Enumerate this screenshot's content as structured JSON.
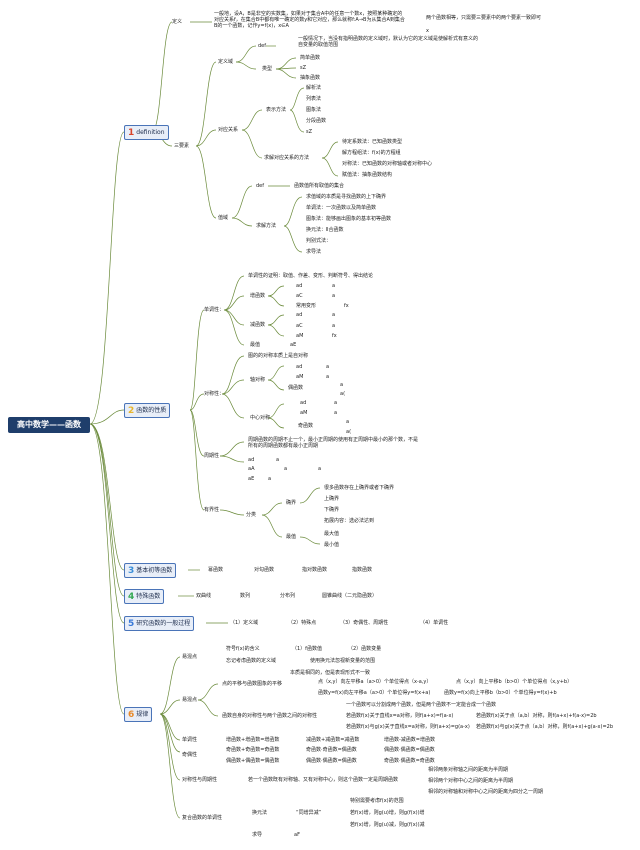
{
  "root": "高中数学——函数",
  "s1": {
    "num": "1",
    "label": "definition",
    "def_title": "定义",
    "def_text1": "一般地，设A，B是非空的实数集，如果对于集合A中的任意一个数x，按照某种确定的对应关系f，在集合B中都有唯一确定的数y和它对应，那么就称f:A→B为从集合A到集合B的一个函数，记作y=f(x)，x∈A",
    "def_text2": "两个函数相等，只需要三要素中的两个要素一致即可",
    "def_text2b": "x",
    "three": "三要素",
    "domain": "定义域",
    "domain_def": "def",
    "domain_text": "一般情况下，当没有指明函数的定义域时，默认为它的定义域是使解析式有意义的自变量的取值范围",
    "types": "类型",
    "type_items": [
      "简单函数",
      "sZ",
      "抽象函数"
    ],
    "corr": "对应关系",
    "rep": "表示方法",
    "rep_items": [
      "解析法",
      "列表法",
      "图象法",
      "分段函数",
      "sZ"
    ],
    "find_rule": "求解对应关系的方法",
    "find_items": [
      "待定系数法：已知函数类型",
      "解方程组法：f(x)的方程组",
      "对称法：已知函数的对称轴或者对称中心",
      "赋值法：抽象函数结构"
    ],
    "range": "值域",
    "range_def": "def",
    "range_text": "函数值所有取值的集合",
    "range_method": "求解方法",
    "range_items": [
      "求值域的本质是寻找函数的上下确界",
      "单调法：一次函数以及简单函数",
      "图象法：能够画出图象的基本初等函数",
      "换元法：Ⅱ合函数",
      "判别式法：",
      "求导法"
    ]
  },
  "s2": {
    "num": "2",
    "label": "函数的性质",
    "mono": "单调性：",
    "mono_proof": "单调性的证明：取值、作差、变形、判断符号、得出结论",
    "inc": "增函数",
    "inc_items": [
      "ad",
      "aC",
      "常用变形"
    ],
    "inc_right": [
      "a",
      "a",
      "fx"
    ],
    "dec": "减函数",
    "dec_items": [
      "ad",
      "aC",
      "aM"
    ],
    "dec_right": [
      "a",
      "a",
      "fx"
    ],
    "extreme": "最值",
    "extreme_val": "aE",
    "sym": "对称性：",
    "sym_text": "图的的对称本质上是自对称",
    "axis": "轴对称",
    "axis_items": [
      "ad",
      "aM",
      "偶函数"
    ],
    "axis_right": [
      "a",
      "a",
      "a",
      "a("
    ],
    "center": "中心对称",
    "center_items": [
      "ad",
      "aM",
      "奇函数"
    ],
    "center_right": [
      "a",
      "a",
      "a",
      "a("
    ],
    "period": "周期性",
    "period_text": "周期函数的周期不止一个，最小正周期的使用有正周期中最小的那个数，不是所有的周期函数都有最小正周期",
    "period_items": [
      "ad",
      "aA",
      "aE"
    ],
    "period_mid": [
      "a",
      "a",
      "a"
    ],
    "period_right": [
      "",
      "a",
      ""
    ],
    "bounded": "有界性",
    "bounded_cls": "分类",
    "bounds": "确界",
    "bounds_items": [
      "很多函数存在上确界或者下确界",
      "上确界",
      "下确界",
      "拓展内容：选必法达到"
    ],
    "maxmin": "最值",
    "maxmin_items": [
      "最大值",
      "最小值"
    ]
  },
  "s3": {
    "num": "3",
    "label": "基本初等函数",
    "items": [
      "幂函数",
      "对勾函数",
      "指对数函数",
      "指数函数"
    ]
  },
  "s4": {
    "num": "4",
    "label": "特殊函数",
    "items": [
      "双曲线",
      "数列",
      "分布列",
      "圆锥曲线（二元隐函数）"
    ]
  },
  "s5": {
    "num": "5",
    "label": "研究函数的一般过程",
    "items": [
      "（1）定义域",
      "（2）特殊点",
      "（3）奇偶性、周期性",
      "（4）单调性"
    ]
  },
  "s6": {
    "num": "6",
    "label": "规律",
    "points": "易混点",
    "points_items": [
      "符号f(x)的含义",
      "忘记考虑函数的定义域"
    ],
    "points_a": [
      "（1）f函数值",
      "（2）函数变量"
    ],
    "points_b": "使用换元法忽视新变量的范围",
    "hard": "易混点",
    "hard_title": "本质是相同的，但是表现形式不一致",
    "pt": "点的平移与函数图象的平移",
    "pt_row1a": "点（x,y）向左平移a（a>0）个单位得点（x-a,y）",
    "pt_row1b": "点（x,y）向上平移b（b>0）个单位得点（x,y+b）",
    "pt_row2a": "函数y=f(x)向左平移a（a>0）个单位得y=f(x+a)",
    "pt_row2b": "函数y=f(x)向上平移b（b>0）个单位得y=f(x)+b",
    "sym2": "函数自身的对称性与两个函数之间的对称性",
    "sym2_title": "一个函数可以分割成两个函数，但是两个函数不一定能合成一个函数",
    "sym2_r1a": "若函数f(x)关于直线x=a对称，则f(a+x)=f(a-x)",
    "sym2_r1b": "若函数f(x)关于点（a,b）对称，则f(a+x)+f(a-x)=2b",
    "sym2_r2a": "若函数f(x)与g(x)关于直线x=a对称，则f(a+x)=g(a-x)",
    "sym2_r2b": "若函数f(x)与g(x)关于点（a,b）对称，则f(a+x)+g(a-x)=2b",
    "mono2": "单调性",
    "mono2_items": [
      "增函数+增函数=增函数",
      "减函数+减函数=减函数",
      "增函数-减函数=增函数"
    ],
    "odd": "奇偶性",
    "odd_r1": [
      "奇函数+奇函数=奇函数",
      "奇函数·奇函数=偶函数",
      "偶函数·偶函数=偶函数"
    ],
    "odd_r2": [
      "偶函数+偶函数=偶函数",
      "偶函数·偶函数=偶函数",
      "奇函数·偶函数=奇函数"
    ],
    "symp": "对称性与周期性",
    "symp_text": "若一个函数既有对称轴、又有对称中心，则这个函数一定是周期函数",
    "symp_items": [
      "相邻两条对称轴之间的距离为半周期",
      "相邻两个对称中心之间的距离为半周期",
      "相邻的对称轴和对称中心之间的距离为四分之一周期"
    ],
    "comp": "复合函数的单调性",
    "comp_m": "换元法",
    "comp_mid": "“同增异减”",
    "comp_items": [
      "特别需要考虑f(x)的范围",
      "若f(x)增，则g(u)增，则g(f(x))增",
      "若f(x)增，则g(u)减，则g(f(x))减"
    ],
    "deriv": "求导",
    "deriv_val": "aF"
  },
  "colors": {
    "s1": "#d8452b",
    "s2": "#e8b52a",
    "s3": "#3a8ed8",
    "s4": "#34a853",
    "s5": "#3a7ad8",
    "s6": "#e88a2a",
    "line": "#6a8a3a"
  }
}
